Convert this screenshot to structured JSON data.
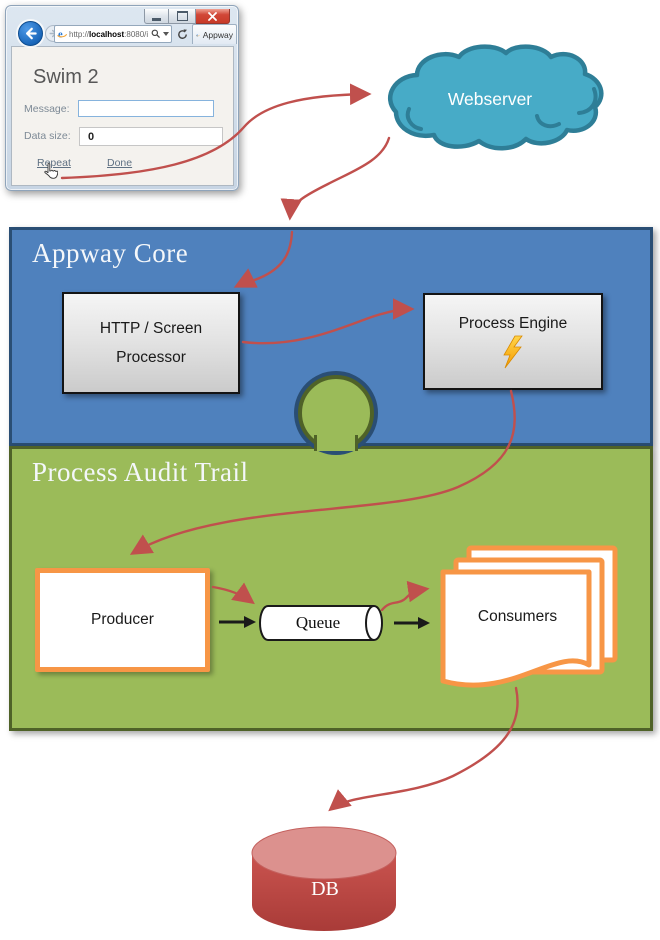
{
  "browser": {
    "url": {
      "prefix": "http://",
      "host": "localhost",
      "suffix": ":8080/i"
    },
    "tab_label": "Appway",
    "page": {
      "title": "Swim 2",
      "message_label": "Message:",
      "message_value": "",
      "data_size_label": "Data size:",
      "data_size_value": "0",
      "repeat_link": "Repeat",
      "done_link": "Done"
    }
  },
  "diagram": {
    "webserver_label": "Webserver",
    "appway_core": {
      "title": "Appway Core",
      "http_processor": {
        "line1": "HTTP / Screen",
        "line2": "Processor"
      },
      "process_engine_label": "Process Engine"
    },
    "audit_trail": {
      "title": "Process Audit Trail",
      "producer_label": "Producer",
      "queue_label": "Queue",
      "consumers_label": "Consumers"
    },
    "db_label": "DB"
  },
  "colors": {
    "appway_core_blue": "#4F81BD",
    "audit_trail_green": "#9BBB59",
    "webserver_teal": "#4BACC6",
    "arrow_red": "#C0504D",
    "accent_orange": "#F79646",
    "db_red": "#C0504D"
  }
}
